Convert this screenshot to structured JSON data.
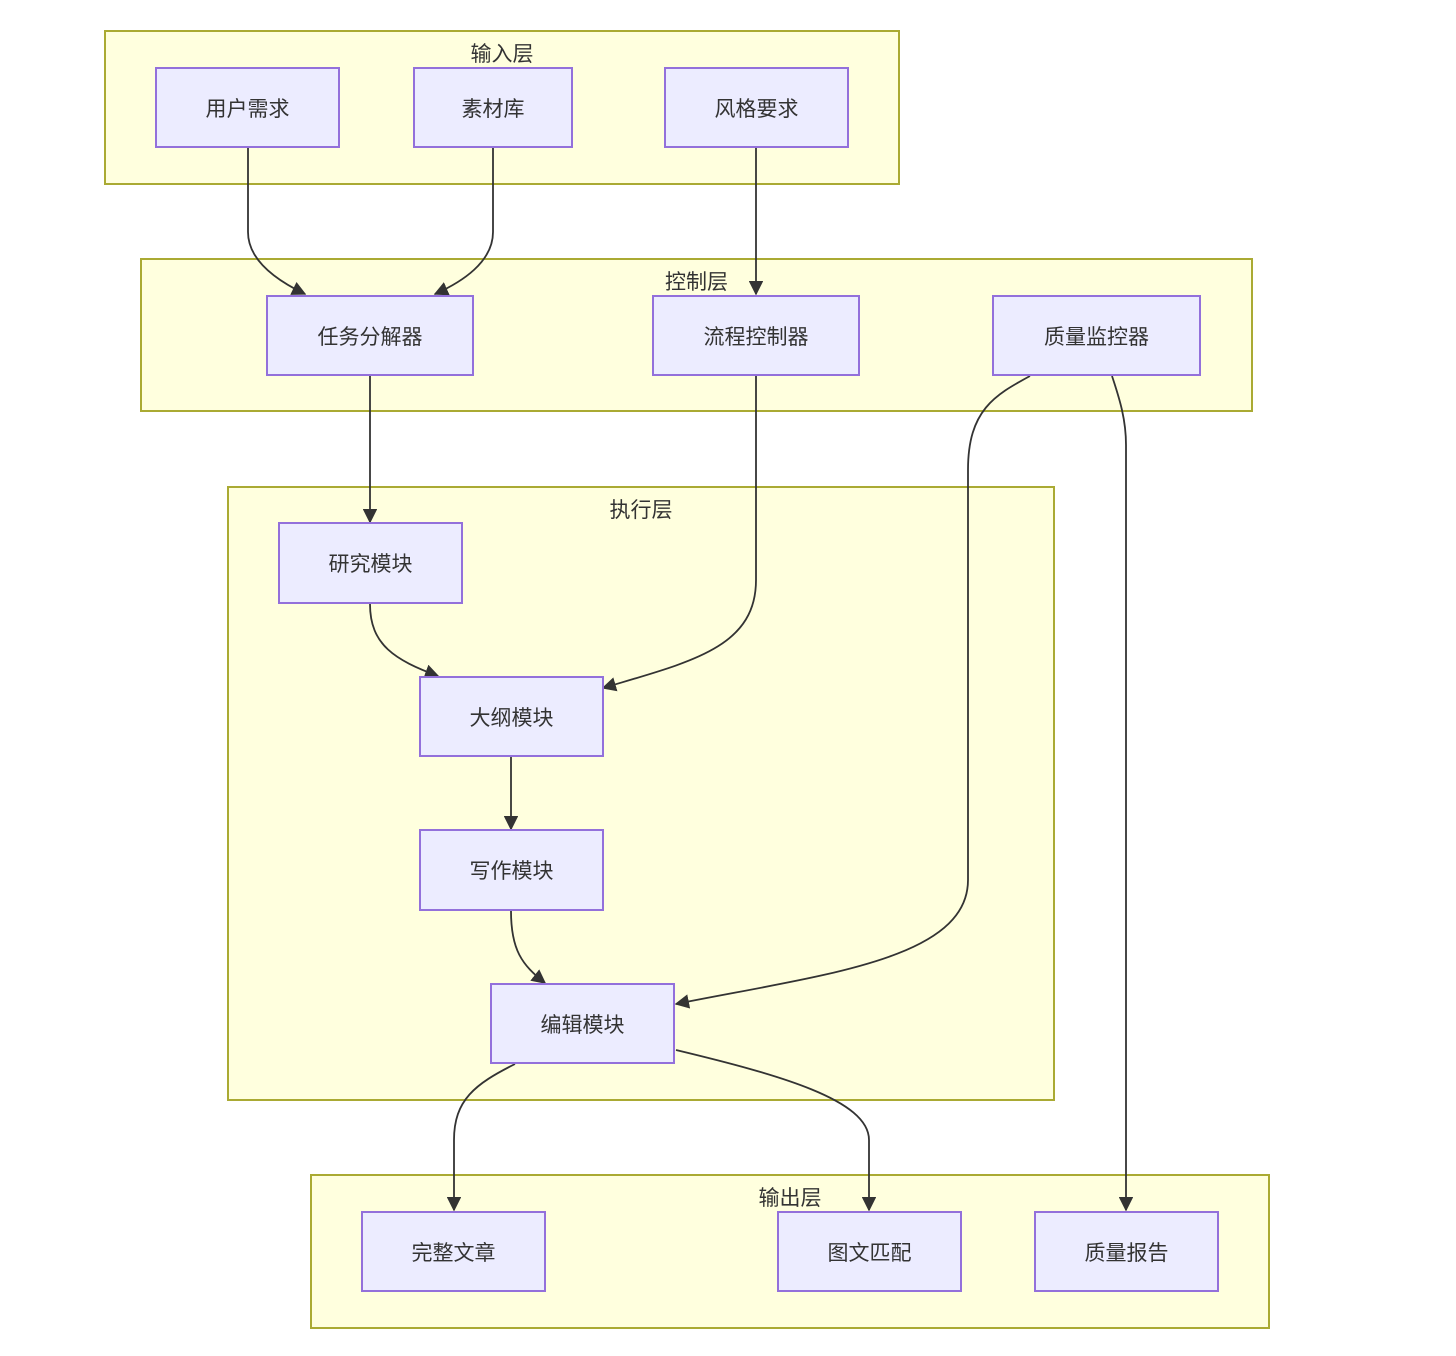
{
  "clusters": {
    "input": "输入层",
    "control": "控制层",
    "execute": "执行层",
    "output": "输出层"
  },
  "nodes": {
    "user_req": "用户需求",
    "material": "素材库",
    "style_req": "风格要求",
    "task_decomp": "任务分解器",
    "flow_ctrl": "流程控制器",
    "quality_mon": "质量监控器",
    "research": "研究模块",
    "outline": "大纲模块",
    "writing": "写作模块",
    "editing": "编辑模块",
    "article": "完整文章",
    "image_match": "图文匹配",
    "quality_report": "质量报告"
  },
  "edges": [
    [
      "user_req",
      "task_decomp"
    ],
    [
      "material",
      "task_decomp"
    ],
    [
      "style_req",
      "flow_ctrl"
    ],
    [
      "task_decomp",
      "research"
    ],
    [
      "flow_ctrl",
      "outline"
    ],
    [
      "quality_mon",
      "editing"
    ],
    [
      "quality_mon",
      "quality_report"
    ],
    [
      "research",
      "outline"
    ],
    [
      "outline",
      "writing"
    ],
    [
      "writing",
      "editing"
    ],
    [
      "editing",
      "article"
    ],
    [
      "editing",
      "image_match"
    ]
  ],
  "colors": {
    "cluster_fill": "#ffffde",
    "cluster_border": "#aaaa33",
    "node_fill": "#ececff",
    "node_border": "#9370db",
    "edge": "#333333"
  }
}
